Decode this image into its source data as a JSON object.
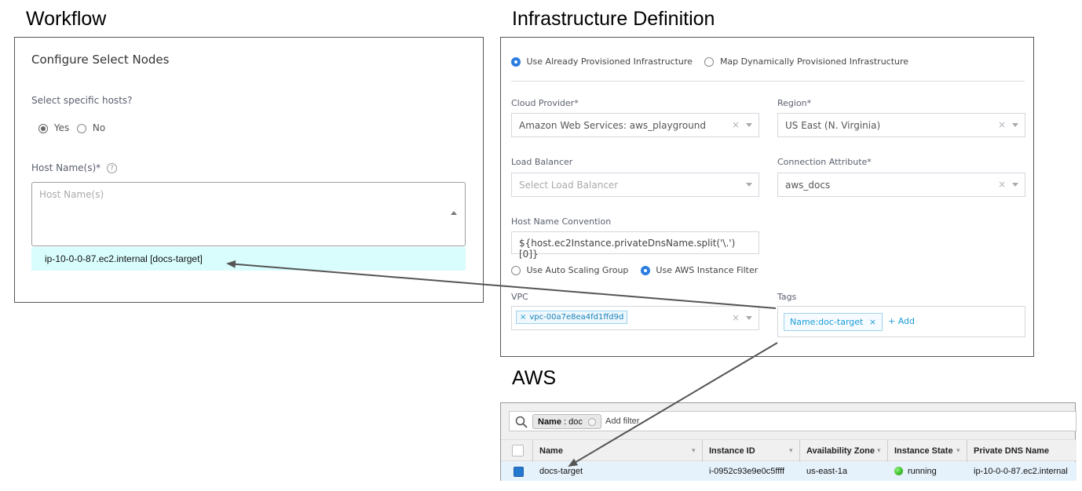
{
  "titles": {
    "workflow": "Workflow",
    "infra": "Infrastructure Definition",
    "aws": "AWS"
  },
  "workflow": {
    "heading": "Configure Select Nodes",
    "select_hosts_label": "Select specific hosts?",
    "yes_label": "Yes",
    "no_label": "No",
    "hostnames_label": "Host Name(s)*",
    "hostnames_placeholder": "Host Name(s)",
    "option": "ip-10-0-0-87.ec2.internal [docs-target]"
  },
  "infra": {
    "radio_provisioned": "Use Already Provisioned Infrastructure",
    "radio_dynamic": "Map Dynamically Provisioned Infrastructure",
    "cloud_provider_label": "Cloud Provider*",
    "cloud_provider_value": "Amazon Web Services: aws_playground",
    "region_label": "Region*",
    "region_value": "US East (N. Virginia)",
    "lb_label": "Load Balancer",
    "lb_placeholder": "Select Load Balancer",
    "conn_label": "Connection Attribute*",
    "conn_value": "aws_docs",
    "hnc_label": "Host Name Convention",
    "hnc_value": "${host.ec2Instance.privateDnsName.split('\\.')[0]}",
    "radio_asg": "Use Auto Scaling Group",
    "radio_filter": "Use AWS Instance Filter",
    "vpc_label": "VPC",
    "vpc_tag": "vpc-00a7e8ea4fd1ffd9d",
    "tags_label": "Tags",
    "tag_value": "Name:doc-target",
    "add_label": "+ Add",
    "clear_glyph": "×",
    "tag_remove_glyph": "×"
  },
  "aws": {
    "filter_key": "Name",
    "filter_sep": " : ",
    "filter_value": "doc",
    "add_filter": "Add filter",
    "columns": [
      "Name",
      "Instance ID",
      "Availability Zone",
      "Instance State",
      "Private DNS Name"
    ],
    "row": {
      "name": "docs-target",
      "instance_id": "i-0952c93e9e0c5ffff",
      "az": "us-east-1a",
      "state": "running",
      "dns": "ip-10-0-0-87.ec2.internal"
    }
  },
  "colors": {
    "accent": "#2b7de0",
    "highlight_row": "#d9fdfd",
    "tag_blue": "#1a9cd8",
    "running_green": "#3bbd2a"
  },
  "icons": [
    "help-icon",
    "caret-up-icon",
    "clear-icon",
    "chevron-down-icon",
    "search-icon",
    "filter-remove-icon",
    "checkbox-icon",
    "status-dot-icon",
    "arrow-icon"
  ]
}
